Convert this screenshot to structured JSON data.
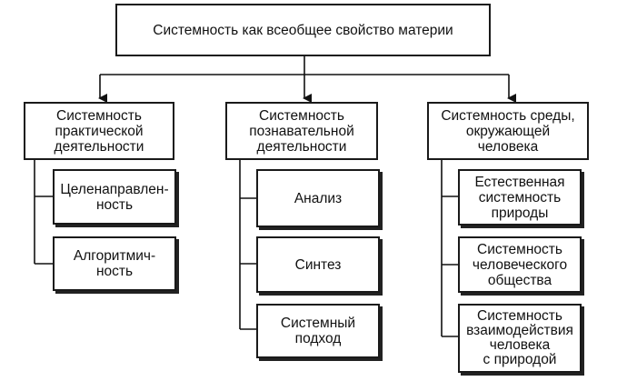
{
  "root": {
    "label": "Системность как всеобщее свойство материи"
  },
  "columns": [
    {
      "title": "Системность\nпрактической\nдеятельности",
      "children": [
        "Целенаправлен-\nность",
        "Алгоритмич-\nность"
      ]
    },
    {
      "title": "Системность\nпознавательной\nдеятельности",
      "children": [
        "Анализ",
        "Синтез",
        "Системный\nподход"
      ]
    },
    {
      "title": "Системность среды,\nокружающей\nчеловека",
      "children": [
        "Естественная\nсистемность\nприроды",
        "Системность\nчеловеческого\nобщества",
        "Системность\nвзаимодействия\nчеловека\nс природой"
      ]
    }
  ]
}
